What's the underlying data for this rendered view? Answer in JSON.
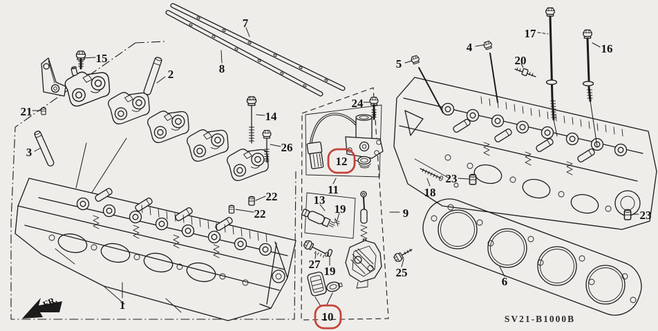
{
  "diagram": {
    "code": "SV21-B1000B",
    "front_label": "FR.",
    "highlight_color": "#c4433a",
    "line_color": "#1b1b1b",
    "background_color": "#efedea",
    "highlighted_callouts": [
      "12",
      "10"
    ]
  },
  "callouts": [
    {
      "id": "1",
      "label": "1"
    },
    {
      "id": "2",
      "label": "2"
    },
    {
      "id": "3",
      "label": "3"
    },
    {
      "id": "4",
      "label": "4"
    },
    {
      "id": "5",
      "label": "5"
    },
    {
      "id": "6",
      "label": "6"
    },
    {
      "id": "7",
      "label": "7"
    },
    {
      "id": "8",
      "label": "8"
    },
    {
      "id": "9",
      "label": "9"
    },
    {
      "id": "10",
      "label": "10",
      "highlighted": true
    },
    {
      "id": "11",
      "label": "11"
    },
    {
      "id": "12",
      "label": "12",
      "highlighted": true
    },
    {
      "id": "13",
      "label": "13"
    },
    {
      "id": "14",
      "label": "14"
    },
    {
      "id": "15",
      "label": "15"
    },
    {
      "id": "16",
      "label": "16"
    },
    {
      "id": "17",
      "label": "17"
    },
    {
      "id": "18",
      "label": "18"
    },
    {
      "id": "19a",
      "label": "19"
    },
    {
      "id": "19b",
      "label": "19"
    },
    {
      "id": "20",
      "label": "20"
    },
    {
      "id": "21",
      "label": "21"
    },
    {
      "id": "22a",
      "label": "22"
    },
    {
      "id": "22b",
      "label": "22"
    },
    {
      "id": "23a",
      "label": "23"
    },
    {
      "id": "23b",
      "label": "23"
    },
    {
      "id": "24",
      "label": "24"
    },
    {
      "id": "25",
      "label": "25"
    },
    {
      "id": "26",
      "label": "26"
    },
    {
      "id": "27",
      "label": "27"
    }
  ]
}
